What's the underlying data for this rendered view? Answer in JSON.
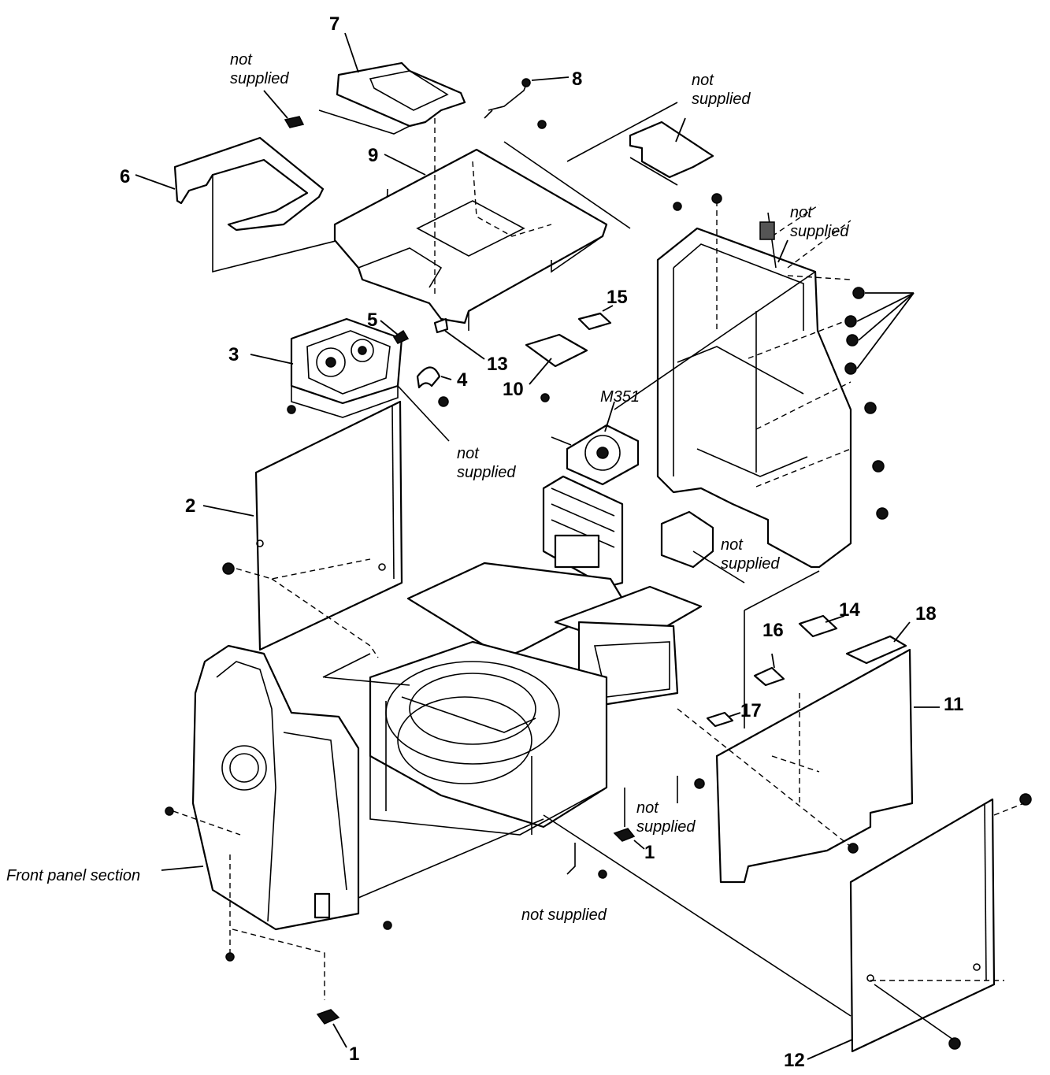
{
  "part_labels": {
    "p1a": "1",
    "p1b": "1",
    "p2": "2",
    "p3": "3",
    "p4": "4",
    "p5": "5",
    "p6": "6",
    "p7": "7",
    "p8": "8",
    "p9": "9",
    "p10": "10",
    "p11": "11",
    "p12": "12",
    "p13": "13",
    "p14": "14",
    "p15": "15",
    "p16": "16",
    "p17": "17",
    "p18": "18",
    "m351": "M351"
  },
  "notes": {
    "not": "not",
    "supplied": "supplied",
    "not_supplied": "not supplied",
    "front_panel": "Front panel section"
  }
}
